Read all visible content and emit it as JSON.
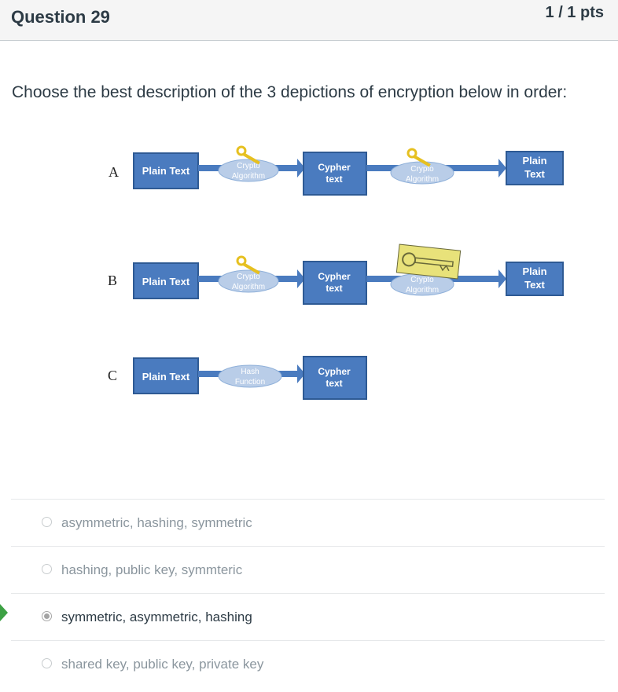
{
  "question": {
    "title": "Question 29",
    "points": "1 / 1 pts"
  },
  "prompt": "Choose the best description of the 3 depictions of encryption below in order:",
  "diagram": {
    "rows": [
      {
        "letter": "A",
        "input": "Plain Text",
        "process1": [
          "Crypto",
          "Algorithm"
        ],
        "output": [
          "Cypher",
          "text"
        ],
        "process2": [
          "Crypto",
          "Algorithm"
        ],
        "result": [
          "Plain",
          "Text"
        ],
        "key2": "gold-key-icon"
      },
      {
        "letter": "B",
        "input": "Plain Text",
        "process1": [
          "Crypto",
          "Algorithm"
        ],
        "output": [
          "Cypher",
          "text"
        ],
        "process2": [
          "Crypto",
          "Algorithm"
        ],
        "result": [
          "Plain",
          "Text"
        ],
        "key2": "large-key-icon"
      },
      {
        "letter": "C",
        "input": "Plain Text",
        "process1": [
          "Hash",
          "Function"
        ],
        "output": [
          "Cypher",
          "text"
        ]
      }
    ],
    "colors": {
      "box": "#4a7bbf",
      "box_border": "#2e5a94",
      "ellipse": "#b9cde8",
      "key": "#e6c020",
      "large_key": "#e8e27a"
    }
  },
  "answers": [
    {
      "label": "asymmetric, hashing, symmetric",
      "selected": false
    },
    {
      "label": "hashing, public key, symmteric",
      "selected": false
    },
    {
      "label": "symmetric, asymmetric, hashing",
      "selected": true
    },
    {
      "label": "shared key, public key, private key",
      "selected": false
    }
  ],
  "colors": {
    "correct_marker": "#3da144"
  }
}
